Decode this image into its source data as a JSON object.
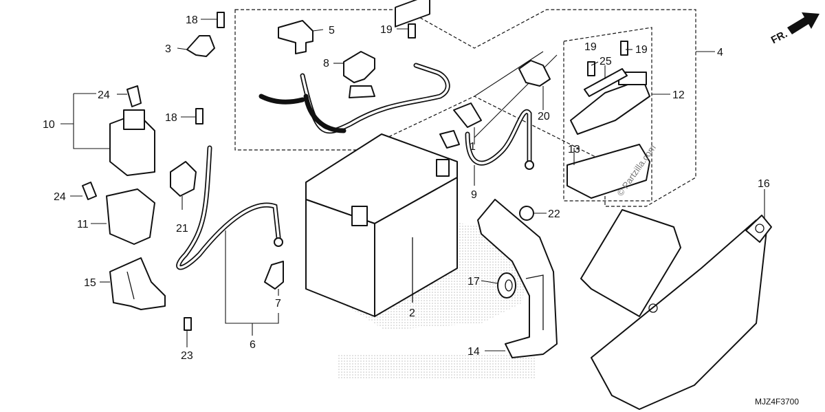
{
  "diagram": {
    "code": "MJZ4F3700",
    "direction_label": "FR.",
    "watermark": "© Partzilla.com",
    "labels": {
      "l1": "1",
      "l2": "2",
      "l3": "3",
      "l4": "4",
      "l5": "5",
      "l6": "6",
      "l7": "7",
      "l8": "8",
      "l9": "9",
      "l10": "10",
      "l11": "11",
      "l12": "12",
      "l13": "13",
      "l14": "14",
      "l15": "15",
      "l16": "16",
      "l17": "17",
      "l18a": "18",
      "l18b": "18",
      "l19a": "19",
      "l19b": "19",
      "l19c": "19",
      "l20": "20",
      "l21": "21",
      "l22": "22",
      "l23": "23",
      "l24a": "24",
      "l24b": "24",
      "l25": "25"
    }
  }
}
